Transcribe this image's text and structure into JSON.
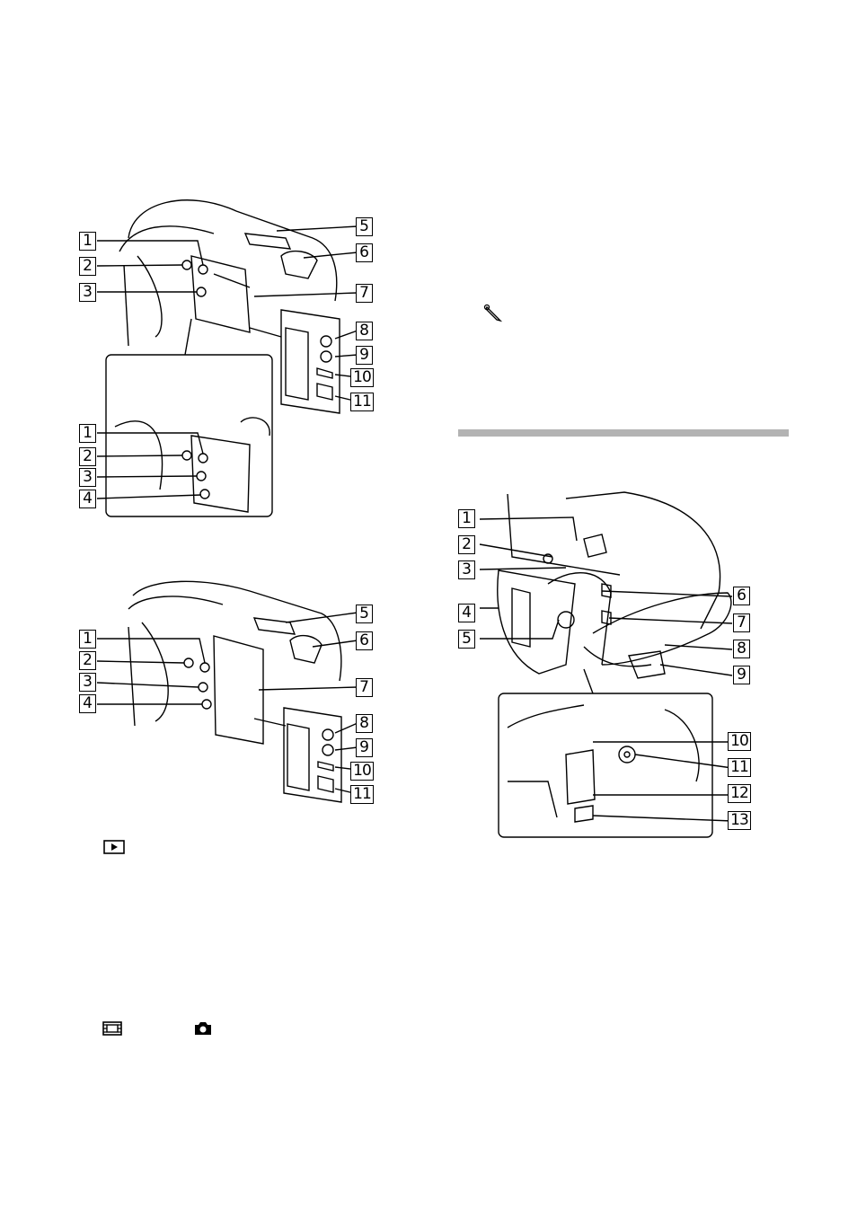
{
  "diagram_a": {
    "callouts_left": [
      "1",
      "2",
      "3"
    ],
    "callouts_right": [
      "5",
      "6",
      "7",
      "8",
      "9",
      "10",
      "11"
    ],
    "inset_callouts": [
      "1",
      "2",
      "3",
      "4"
    ]
  },
  "diagram_b": {
    "callouts_left": [
      "1",
      "2",
      "3",
      "4"
    ],
    "callouts_right": [
      "5",
      "6",
      "7",
      "8",
      "9",
      "10",
      "11"
    ]
  },
  "diagram_c": {
    "callouts_left": [
      "1",
      "2",
      "3",
      "4",
      "5"
    ],
    "callouts_right": [
      "6",
      "7",
      "8",
      "9"
    ],
    "inset_callouts": [
      "10",
      "11",
      "12",
      "13"
    ]
  },
  "icons": [
    "pencil-note-icon",
    "playback-icon",
    "movie-film-icon",
    "photo-camera-icon"
  ],
  "colors": {
    "section_rule": "#b3b3b3",
    "ink": "#000000"
  }
}
